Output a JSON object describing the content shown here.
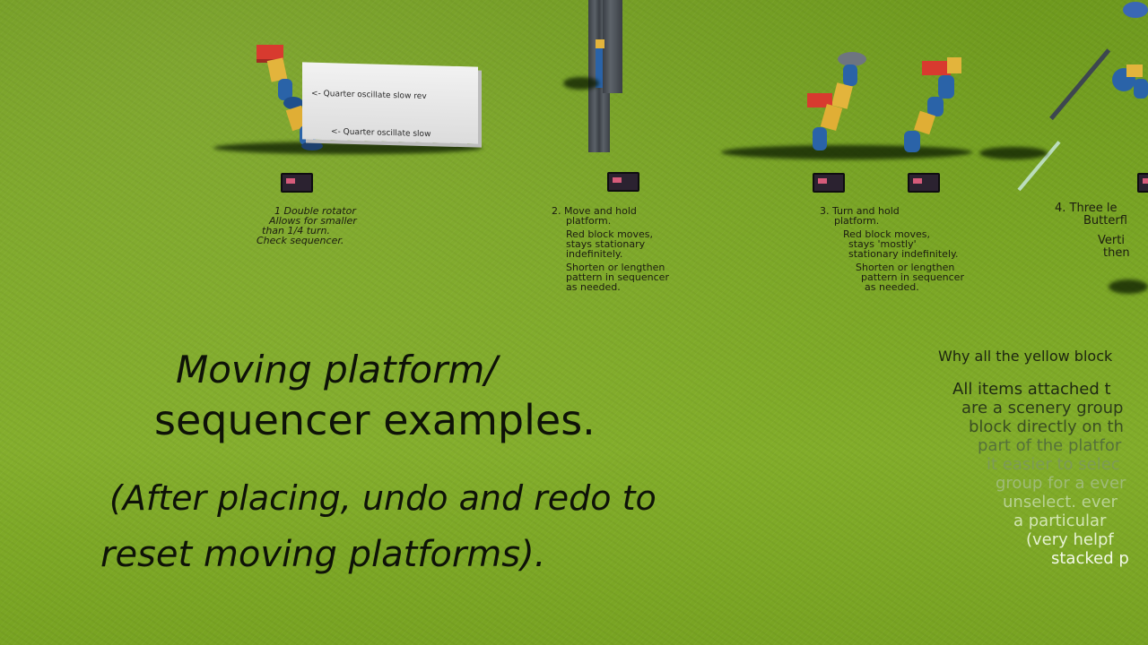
{
  "scene": {
    "sign_lines": [
      "<- Quarter oscillate slow rev",
      "<- Quarter oscillate slow"
    ],
    "example1": {
      "lines": [
        "1 Double rotator",
        "Allows for smaller",
        "than 1/4 turn.",
        "Check sequencer."
      ]
    },
    "example2": {
      "lines": [
        "2. Move and hold",
        "platform.",
        "Red block moves,",
        "stays stationary",
        "indefinitely.",
        "Shorten or lengthen",
        "pattern in sequencer",
        "as needed."
      ]
    },
    "example3": {
      "lines": [
        "3. Turn and hold",
        "platform.",
        "Red block moves,",
        "stays 'mostly'",
        "stationary indefinitely.",
        "Shorten or lengthen",
        "pattern in sequencer",
        "as needed."
      ]
    },
    "example4": {
      "lines": [
        "4. Three le",
        "Butterfl",
        "Verti",
        "then"
      ]
    },
    "title": {
      "line1": "Moving platform/",
      "line2": "sequencer examples.",
      "line3": "(After placing,  undo and redo to",
      "line4": "reset moving platforms)."
    },
    "side_note": {
      "heading": "Why all the yellow block",
      "lines": [
        "All items attached t",
        "are a scenery group",
        "block directly on th",
        "part of the platfor",
        "it easier to selec",
        "group for a ever",
        "unselect. ever",
        "a particular",
        "(very helpf",
        "stacked p"
      ]
    }
  }
}
